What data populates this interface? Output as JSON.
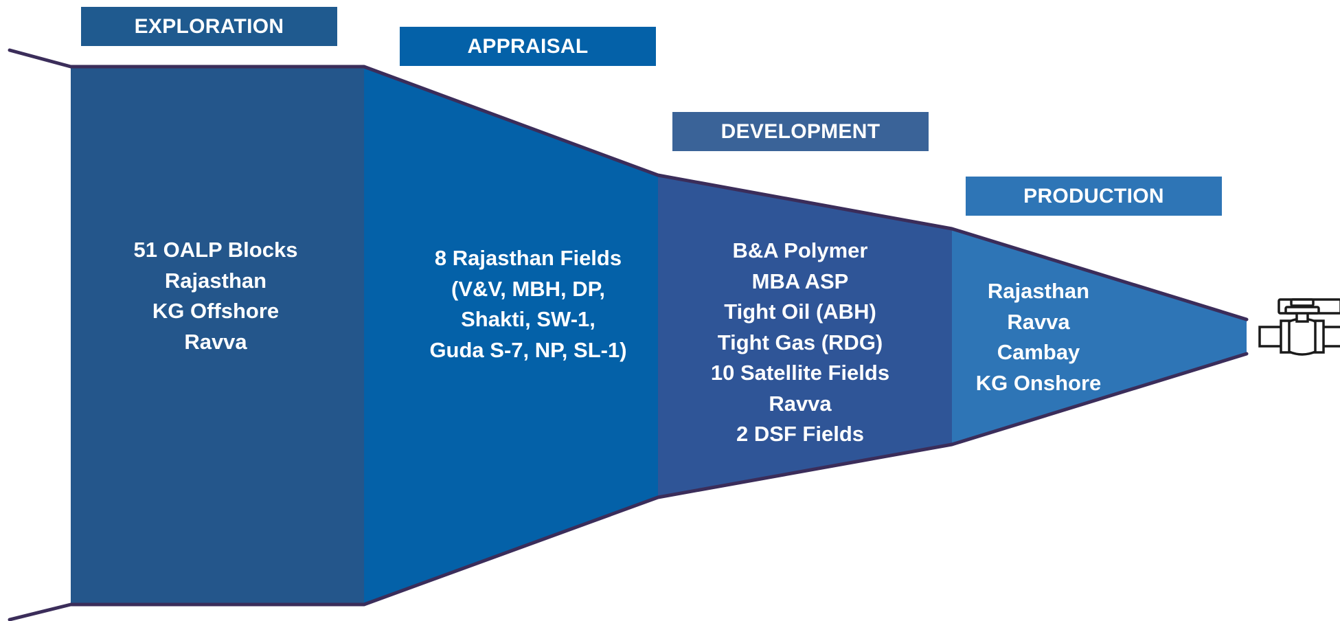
{
  "colors": {
    "exploration": "#24568b",
    "appraisal": "#0461a8",
    "development": "#2f5597",
    "production": "#2e75b6",
    "outline": "#3b2d5a",
    "header_exploration": "#1f5a8f",
    "header_appraisal": "#0461a8",
    "header_development": "#3a6398",
    "header_production": "#2e75b6",
    "text": "#ffffff"
  },
  "stages": [
    {
      "key": "exploration",
      "label": "EXPLORATION",
      "items": [
        "51 OALP  Blocks",
        "Rajasthan",
        "KG Offshore",
        "Ravva"
      ]
    },
    {
      "key": "appraisal",
      "label": "APPRAISAL",
      "items": [
        "8 Rajasthan Fields",
        "(V&V, MBH, DP,",
        "Shakti, SW-1,",
        "Guda S-7, NP, SL-1)"
      ]
    },
    {
      "key": "development",
      "label": "DEVELOPMENT",
      "items": [
        "B&A Polymer",
        "MBA ASP",
        "Tight Oil (ABH)",
        "Tight Gas (RDG)",
        "10 Satellite Fields",
        "Ravva",
        "2 DSF Fields"
      ]
    },
    {
      "key": "production",
      "label": "PRODUCTION",
      "items": [
        "Rajasthan",
        "Ravva",
        "Cambay",
        "KG Onshore"
      ]
    }
  ],
  "icons": {
    "valve": "pipeline-valve-icon"
  }
}
